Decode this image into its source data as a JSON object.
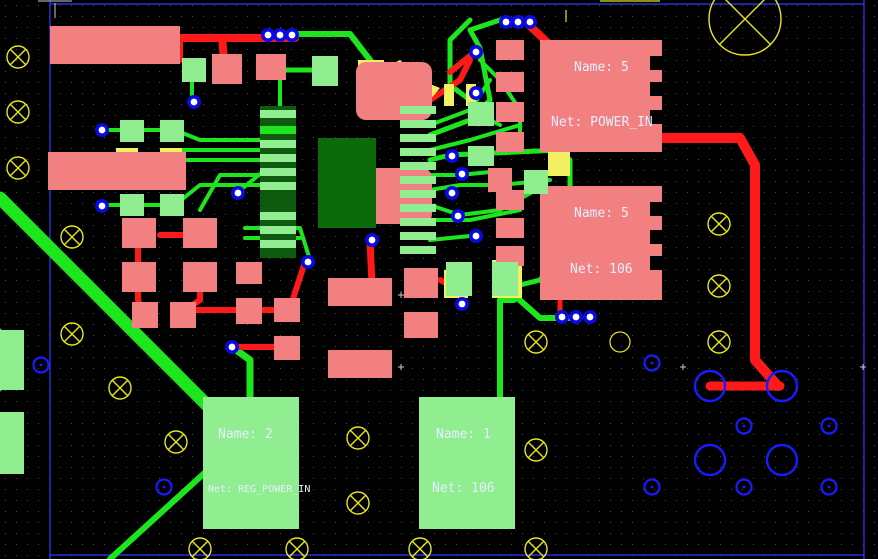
{
  "view": {
    "type": "PCB layout editor canvas",
    "layers": {
      "top_copper": "#ff1a1a",
      "bottom_copper": "#1ee61e",
      "overlap": "#f2f060",
      "pad_top": "#f28080",
      "pad_bottom": "#90ee90",
      "drill": "#1818ff",
      "silkscreen": "#ffff33",
      "board_outline": "#2a3cff"
    }
  },
  "pads": [
    {
      "name_label": "Name: 5",
      "net_label": "Net: POWER_IN"
    },
    {
      "name_label": "Name: 5",
      "net_label": "Net: 106"
    },
    {
      "name_label": "Name: 2",
      "net_label": "Net: REG_POWER_IN"
    },
    {
      "name_label": "Name: 1",
      "net_label": "Net: 106"
    }
  ]
}
